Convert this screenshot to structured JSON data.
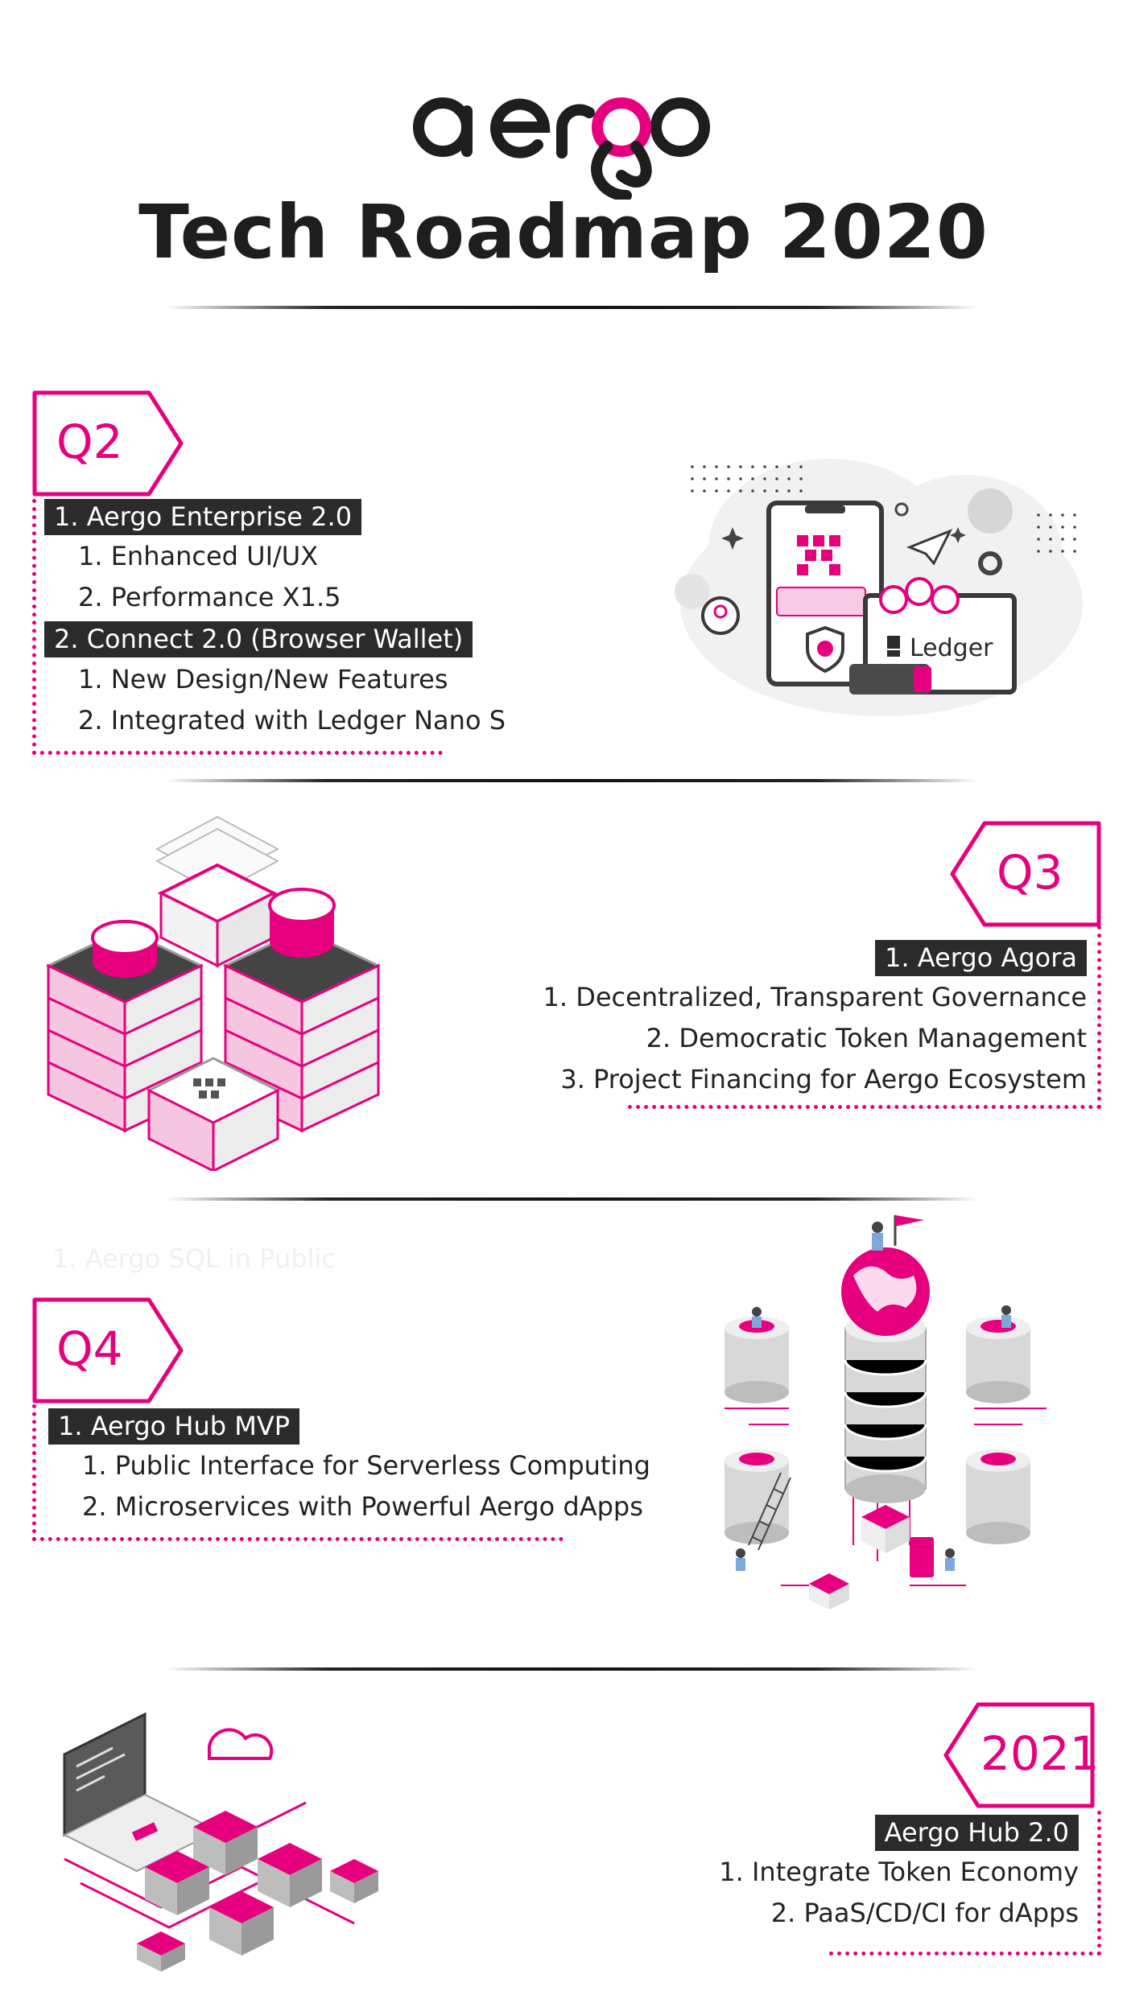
{
  "header": {
    "logo_text": "aergo",
    "title": "Tech Roadmap 2020"
  },
  "q2": {
    "tag": "Q2",
    "groups": [
      {
        "title": "1. Aergo Enterprise 2.0",
        "items": [
          "1. Enhanced UI/UX",
          "2. Performance X1.5"
        ]
      },
      {
        "title": "2. Connect 2.0 (Browser Wallet)",
        "items": [
          "1. New Design/New Features",
          "2. Integrated with Ledger Nano S"
        ]
      }
    ],
    "illustration_label": "Ledger"
  },
  "q3": {
    "tag": "Q3",
    "groups": [
      {
        "title": "1. Aergo Agora",
        "items": [
          "1. Decentralized, Transparent Governance",
          "2. Democratic Token Management",
          "3. Project Financing for Aergo Ecosystem"
        ]
      }
    ]
  },
  "q4": {
    "tag": "Q4",
    "ghost_text": "1. Aergo SQL in Public",
    "groups": [
      {
        "title": "1. Aergo Hub MVP",
        "items": [
          "1. Public Interface for Serverless Computing",
          "2. Microservices with Powerful Aergo dApps"
        ]
      }
    ]
  },
  "y2021": {
    "tag": "2021",
    "groups": [
      {
        "title": "Aergo Hub 2.0",
        "items": [
          "1. Integrate Token Economy",
          "2. PaaS/CD/CI for dApps"
        ]
      }
    ]
  },
  "colors": {
    "accent": "#e6007e",
    "dark": "#2b2b2b",
    "grey": "#bdbdbd"
  }
}
